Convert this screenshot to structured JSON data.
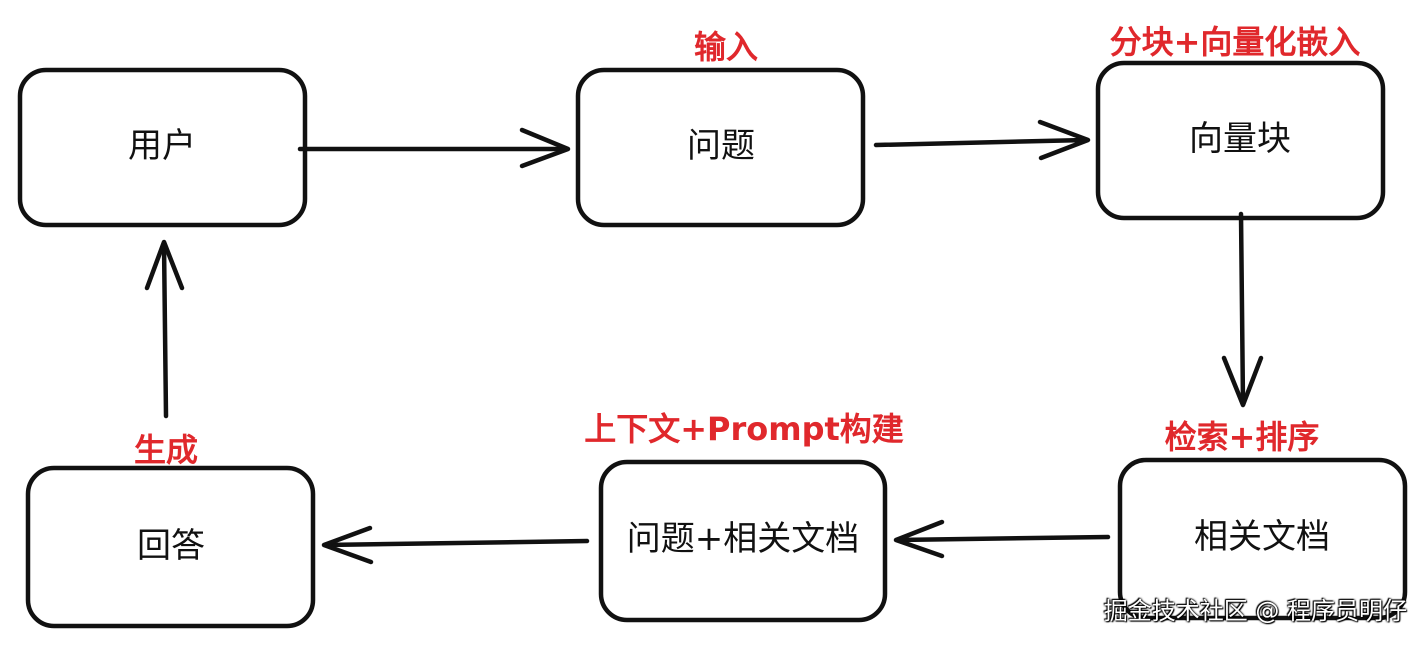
{
  "nodes": {
    "user": "用户",
    "question": "问题",
    "vector_chunks": "向量块",
    "related_docs": "相关文档",
    "question_plus_docs": "问题+相关文档",
    "answer": "回答"
  },
  "edge_labels": {
    "input": "输入",
    "chunk_embed": "分块+向量化嵌入",
    "retrieve_rank": "检索+排序",
    "context_prompt": "上下文+Prompt构建",
    "generate": "生成"
  },
  "watermark": "掘金技术社区 @ 程序员明仔"
}
